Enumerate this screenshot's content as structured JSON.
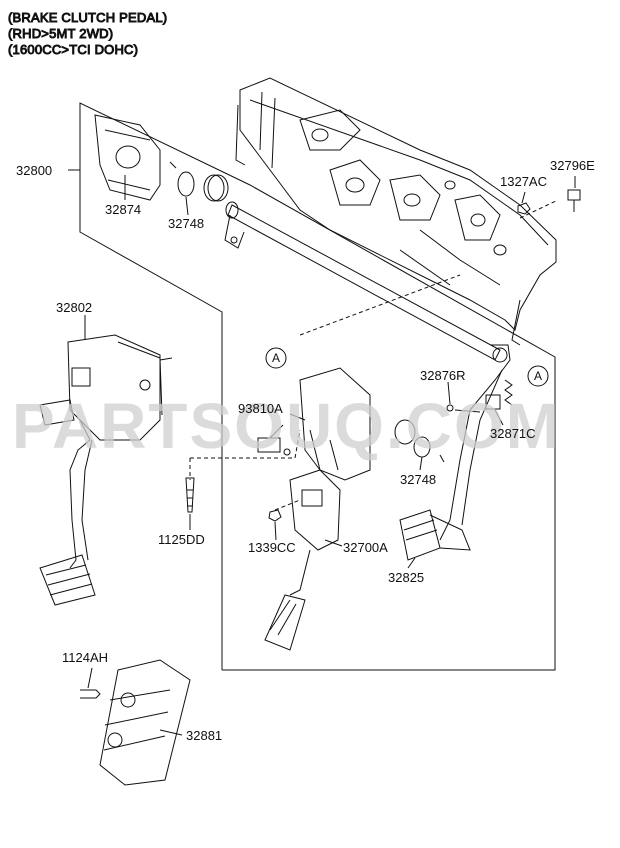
{
  "header": {
    "line1": "(BRAKE CLUTCH PEDAL)",
    "line2": "(RHD>5MT 2WD)",
    "line3": "(1600CC>TCI DOHC)"
  },
  "watermark": "PARTSOUQ.COM",
  "callout_letter": "A",
  "labels": {
    "p32800": "32800",
    "p32874": "32874",
    "p32748_top": "32748",
    "p1327AC": "1327AC",
    "p32796E": "32796E",
    "p32802": "32802",
    "p32876R": "32876R",
    "p93810A": "93810A",
    "p32871C": "32871C",
    "p32748_mid": "32748",
    "p1125DD": "1125DD",
    "p1339CC": "1339CC",
    "p32700A": "32700A",
    "p32825": "32825",
    "p1124AH": "1124AH",
    "p32881": "32881"
  },
  "colors": {
    "line": "#111111",
    "watermark": "#cfcfcf"
  }
}
